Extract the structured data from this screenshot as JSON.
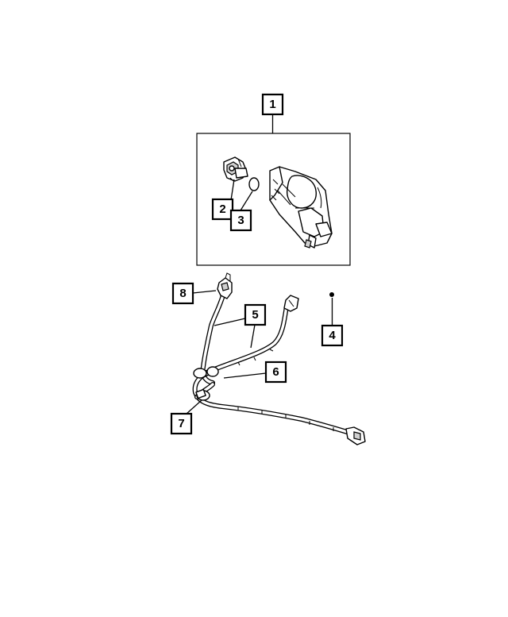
{
  "callouts": [
    {
      "id": "1",
      "label": "1"
    },
    {
      "id": "2",
      "label": "2"
    },
    {
      "id": "3",
      "label": "3"
    },
    {
      "id": "4",
      "label": "4"
    },
    {
      "id": "5",
      "label": "5"
    },
    {
      "id": "6",
      "label": "6"
    },
    {
      "id": "7",
      "label": "7"
    },
    {
      "id": "8",
      "label": "8"
    }
  ],
  "colors": {
    "line": "#000000",
    "background": "#ffffff",
    "shade": "#cfcfcf"
  }
}
